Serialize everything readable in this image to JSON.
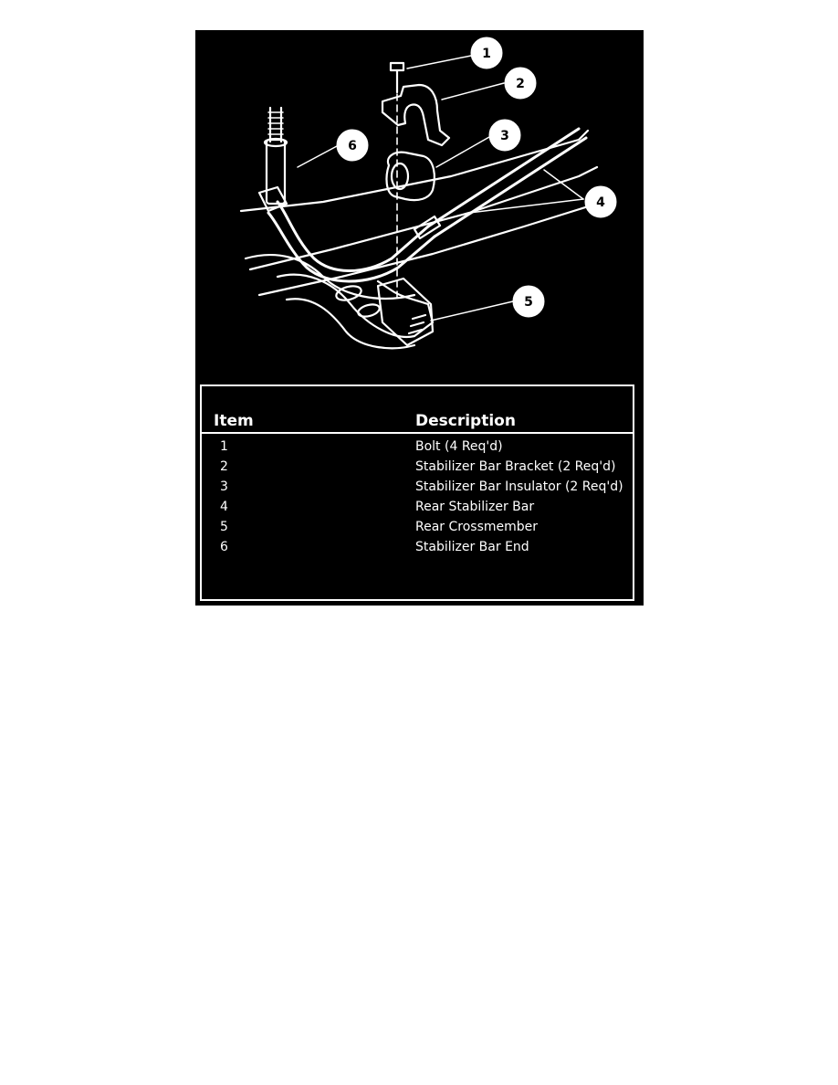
{
  "colors": {
    "panel_background": "#000000",
    "line_art": "#ffffff"
  },
  "diagram": {
    "callouts": [
      "1",
      "2",
      "3",
      "4",
      "5",
      "6"
    ]
  },
  "legend_table": {
    "headers": {
      "item": "Item",
      "description": "Description"
    },
    "rows": [
      {
        "item": "1",
        "description": "Bolt (4 Req'd)"
      },
      {
        "item": "2",
        "description": "Stabilizer Bar Bracket (2 Req'd)"
      },
      {
        "item": "3",
        "description": "Stabilizer Bar Insulator (2 Req'd)"
      },
      {
        "item": "4",
        "description": "Rear Stabilizer Bar"
      },
      {
        "item": "5",
        "description": "Rear Crossmember"
      },
      {
        "item": "6",
        "description": "Stabilizer Bar End"
      }
    ]
  }
}
